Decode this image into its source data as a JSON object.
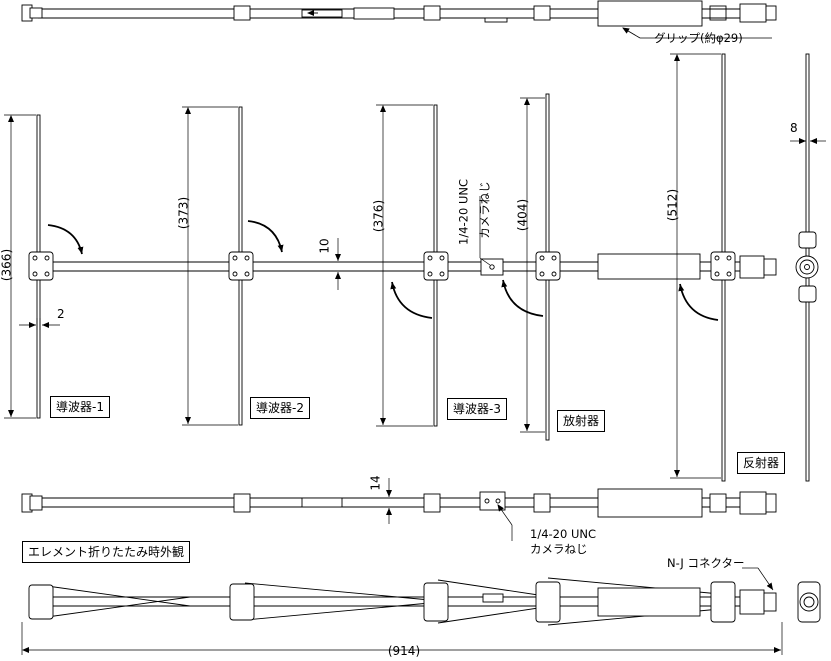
{
  "labels": {
    "director1": "導波器-1",
    "director2": "導波器-2",
    "director3": "導波器-3",
    "radiator": "放射器",
    "reflector": "反射器",
    "folded_view": "エレメント折りたたみ時外観"
  },
  "notes": {
    "grip": "グリップ(約φ29)",
    "mount_top_line1": "1/4-20 UNC",
    "mount_top_line2": "カメラねじ",
    "mount_bottom_line1": "1/4-20 UNC",
    "mount_bottom_line2": "カメラねじ",
    "connector": "N-J コネクター"
  },
  "dimensions": {
    "d366": "(366)",
    "d373": "(373)",
    "d376": "(376)",
    "d404": "(404)",
    "d512": "(512)",
    "d914": "(914)",
    "w2": "2",
    "w8": "8",
    "h10": "10",
    "h14": "14"
  }
}
